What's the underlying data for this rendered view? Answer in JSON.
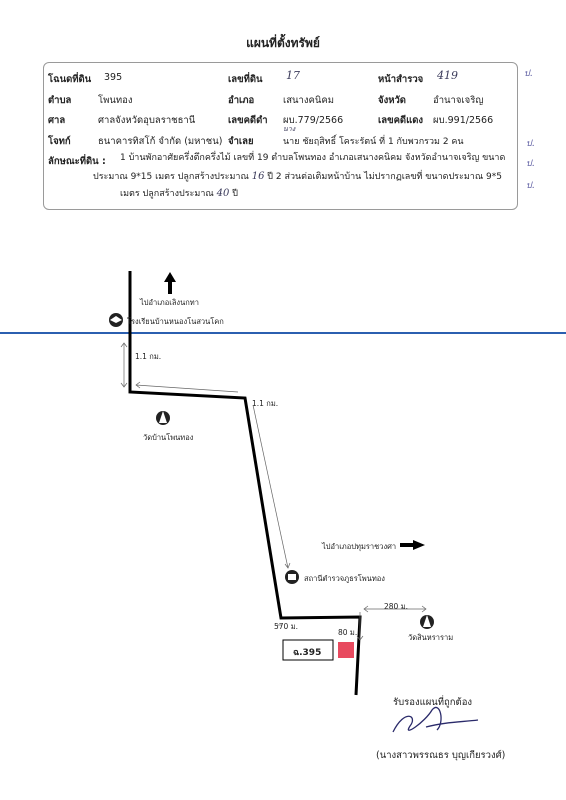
{
  "title": "แผนที่ตั้งทรัพย์",
  "info": {
    "deed_label": "โฉนดที่ดิน",
    "deed_value": "395",
    "land_no_label": "เลขที่ดิน",
    "land_no_value": "17",
    "survey_page_label": "หน้าสำรวจ",
    "survey_page_value": "419",
    "subdistrict_label": "ตำบล",
    "subdistrict_value": "โพนทอง",
    "district_label": "อำเภอ",
    "district_value": "เสนางคนิคม",
    "province_label": "จังหวัด",
    "province_value": "อำนาจเจริญ",
    "court_label": "ศาล",
    "court_value": "ศาลจังหวัดอุบลราชธานี",
    "black_case_label": "เลขคดีดำ",
    "black_case_value": "ผบ.779/2566",
    "red_case_label": "เลขคดีแดง",
    "red_case_value": "ผบ.991/2566",
    "plaintiff_label": "โจทก์",
    "plaintiff_value": "ธนาคารทิสโก้ จำกัด (มหาชน)",
    "defendant_label": "จำเลย",
    "defendant_value": "นาย ชัยฤสิทธิ์ โคระรัตน์  ที่ 1  กับพวกรวม 2 คน",
    "handwritten_insert": "นาง",
    "land_char_label": "ลักษณะที่ดิน :",
    "desc_line1": "1 บ้านพักอาศัยครึ่งตึกครึ่งไม้ เลขที่ 19 ตำบลโพนทอง อำเภอเสนางคนิคม จังหวัดอำนาจเจริญ ขนาด",
    "desc_line2_a": "ประมาณ 9*15 เมตร ปลูกสร้างประมาณ ",
    "desc_line2_hw": "16",
    "desc_line2_b": " ปี 2 ส่วนต่อเติมหน้าบ้าน ไม่ปรากฏเลขที่  ขนาดประมาณ 9*5",
    "desc_line3_a": "เมตร ปลูกสร้างประมาณ ",
    "desc_line3_hw": "40",
    "desc_line3_b": " ปี"
  },
  "margin_marks": [
    "ป.",
    "ป.",
    "ป.",
    "ป."
  ],
  "map": {
    "to_north": "ไปอำเภอเลิงนกทา",
    "school": "โรงเรียนบ้านหนองโนสวนโคก",
    "dist_1": "1.1 กม.",
    "dist_2": "1.1 กม.",
    "temple_1": "วัดบ้านโพนทอง",
    "to_east": "ไปอำเภอปทุมราชวงศา",
    "police": "สถานีตำรวจภูธรโพนทอง",
    "dist_280": "280 ม.",
    "dist_570": "570 ม.",
    "dist_80": "80 ม.",
    "temple_2": "วัดสินหราราม",
    "plot_label": "ฉ.395",
    "plot_color": "#e84a5f",
    "blue_line_color": "#2b5fb0"
  },
  "signature": {
    "certify": "รับรองแผนที่ถูกต้อง",
    "name": "(นางสาวพรรณธร บุญเกียรวงศ์)"
  }
}
